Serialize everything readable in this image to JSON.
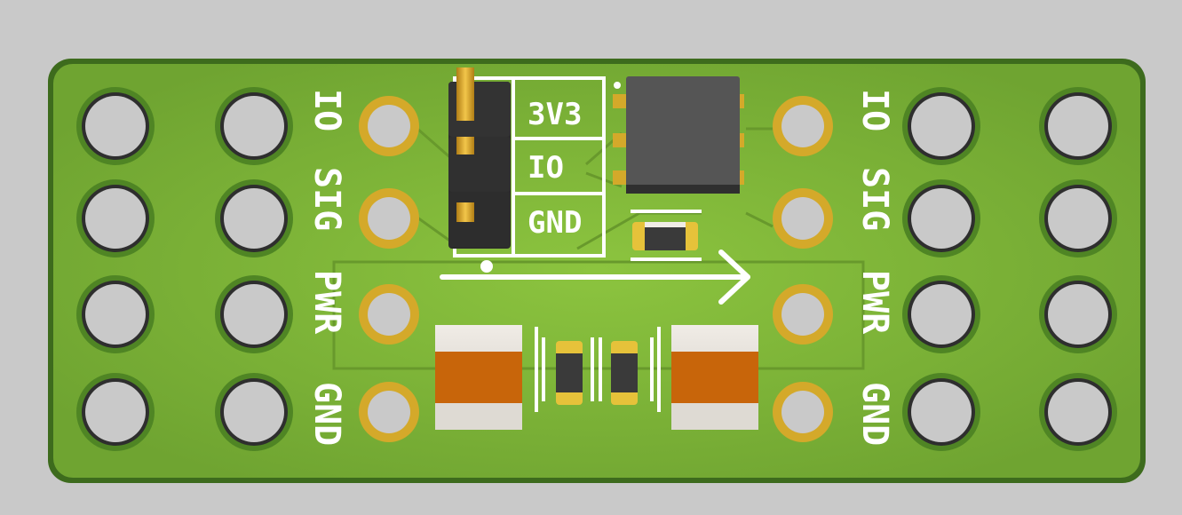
{
  "board": {
    "left_labels": [
      "IO",
      "SIG",
      "PWR",
      "GND"
    ],
    "right_labels": [
      "IO",
      "SIG",
      "PWR",
      "GND"
    ],
    "header_labels": [
      "3V3",
      "IO",
      "GND"
    ],
    "colors": {
      "background": "#c9c9c9",
      "pcb": "#7cb13a",
      "pcb_edge": "#3d6b1d",
      "silkscreen": "#ffffff",
      "pad_gold": "#d4a92a",
      "capacitor": "#c8650a",
      "ic_body": "#555555"
    },
    "icons": [
      "mounting-hole-icon",
      "direction-arrow-icon"
    ]
  }
}
